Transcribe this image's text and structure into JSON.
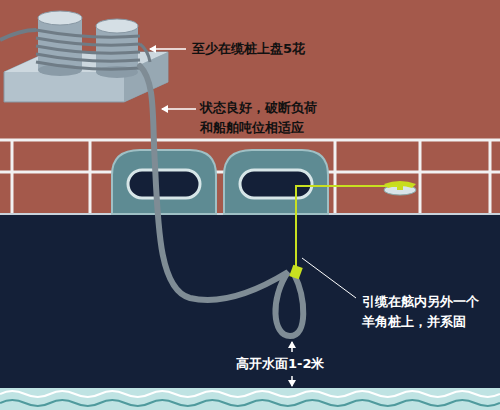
{
  "diagram": {
    "labels": [
      "至少在缆桩上盘5花",
      "状态良好，破断负荷 和船舶吨位相适应",
      "引缆在舷内另外一个 羊角桩上，并系固",
      "高开水面1-2米"
    ]
  }
}
